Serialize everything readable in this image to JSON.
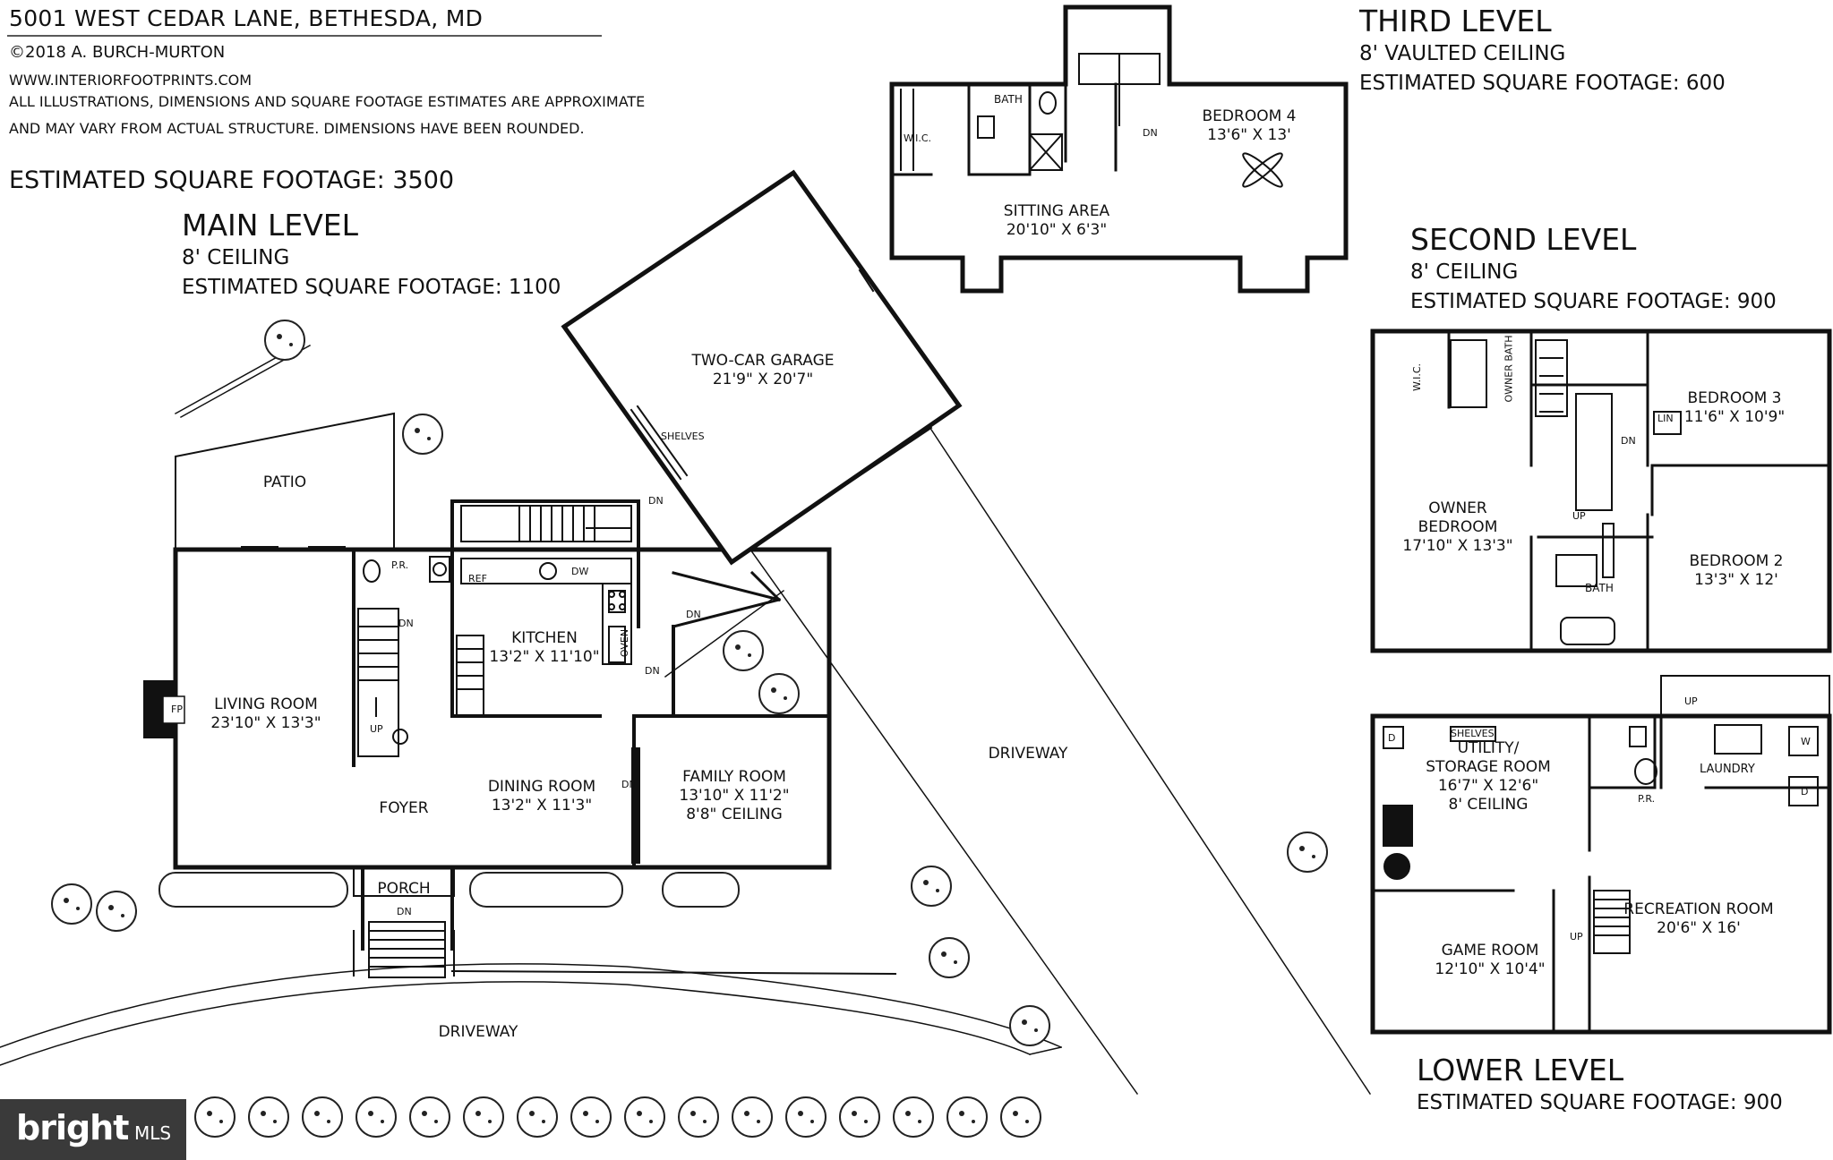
{
  "header": {
    "address": "5001 WEST CEDAR LANE, BETHESDA, MD",
    "copyright": "©2018 A. BURCH-MURTON",
    "website": "WWW.INTERIORFOOTPRINTS.COM",
    "disclaimer_line1": "ALL ILLUSTRATIONS, DIMENSIONS AND SQUARE FOOTAGE ESTIMATES ARE APPROXIMATE",
    "disclaimer_line2": "AND MAY VARY FROM ACTUAL STRUCTURE. DIMENSIONS HAVE BEEN ROUNDED.",
    "total_sqft": "ESTIMATED SQUARE FOOTAGE: 3500"
  },
  "levels": {
    "main": {
      "title": "MAIN LEVEL",
      "ceiling": "8' CEILING",
      "sqft": "ESTIMATED SQUARE FOOTAGE: 1100"
    },
    "third": {
      "title": "THIRD LEVEL",
      "ceiling": "8' VAULTED CEILING",
      "sqft": "ESTIMATED SQUARE FOOTAGE: 600"
    },
    "second": {
      "title": "SECOND LEVEL",
      "ceiling": "8' CEILING",
      "sqft": "ESTIMATED SQUARE FOOTAGE: 900"
    },
    "lower": {
      "title": "LOWER LEVEL",
      "sqft": "ESTIMATED SQUARE FOOTAGE: 900"
    }
  },
  "rooms": {
    "patio": "PATIO",
    "garage_name": "TWO-CAR GARAGE",
    "garage_dim": "21'9\" X 20'7\"",
    "shelves": "SHELVES",
    "living_name": "LIVING ROOM",
    "living_dim": "23'10\" X 13'3\"",
    "fp": "FP",
    "pr": "P.R.",
    "ref": "REF",
    "dw": "DW",
    "oven": "OVEN",
    "kitchen_name": "KITCHEN",
    "kitchen_dim": "13'2\" X 11'10\"",
    "dining_name": "DINING ROOM",
    "dining_dim": "13'2\" X 11'3\"",
    "family_name": "FAMILY ROOM",
    "family_dim": "13'10\" X 11'2\"",
    "family_ceiling": "8'8\" CEILING",
    "foyer": "FOYER",
    "porch": "PORCH",
    "driveway": "DRIVEWAY",
    "up": "UP",
    "dn": "DN",
    "bath": "BATH",
    "wic": "W.I.C.",
    "bedroom4_name": "BEDROOM 4",
    "bedroom4_dim": "13'6\" X 13'",
    "sitting_name": "SITTING AREA",
    "sitting_dim": "20'10\" X 6'3\"",
    "owner_bath": "OWNER BATH",
    "bedroom3_name": "BEDROOM 3",
    "bedroom3_dim": "11'6\" X 10'9\"",
    "lin": "LIN",
    "owner_bed_1": "OWNER",
    "owner_bed_2": "BEDROOM",
    "owner_bed_dim": "17'10\" X 13'3\"",
    "bedroom2_name": "BEDROOM 2",
    "bedroom2_dim": "13'3\" X 12'",
    "utility_1": "UTILITY/",
    "utility_2": "STORAGE ROOM",
    "utility_dim": "16'7\" X 12'6\"",
    "utility_ceiling": "8' CEILING",
    "laundry": "LAUNDRY",
    "w": "W",
    "d": "D",
    "game_name": "GAME ROOM",
    "game_dim": "12'10\" X 10'4\"",
    "rec_name": "RECREATION ROOM",
    "rec_dim": "20'6\" X 16'"
  },
  "watermark": {
    "brand": "bright",
    "suffix": "MLS"
  }
}
